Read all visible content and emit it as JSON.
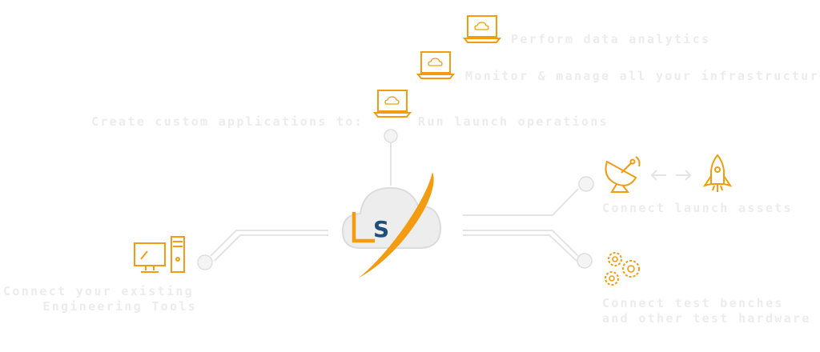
{
  "center": {
    "logo_letters": [
      "L",
      "S"
    ]
  },
  "create_apps": {
    "intro": "Create custom applications to:"
  },
  "applications": [
    {
      "label": "Perform data analytics",
      "icon": "laptop-cloud-icon"
    },
    {
      "label": "Monitor & manage all your infrastructure",
      "icon": "laptop-cloud-icon"
    },
    {
      "label": "Run launch operations",
      "icon": "laptop-cloud-icon"
    }
  ],
  "launch_assets": {
    "label": "Connect launch assets",
    "icons": [
      "satellite-dish-icon",
      "bidirectional-arrow-icon",
      "rocket-icon"
    ]
  },
  "test_hardware": {
    "line1": "Connect test benches",
    "line2": "and other test hardware",
    "icon": "gears-icon"
  },
  "engineering_tools": {
    "line1": "Connect your existing",
    "line2": "Engineering Tools",
    "icon": "desktop-computer-icon"
  },
  "colors": {
    "accent": "#f39c12",
    "connector": "#e4e4e4",
    "text": "#ececec",
    "logo_blue": "#1f4e79",
    "cloud": "#ededed"
  }
}
